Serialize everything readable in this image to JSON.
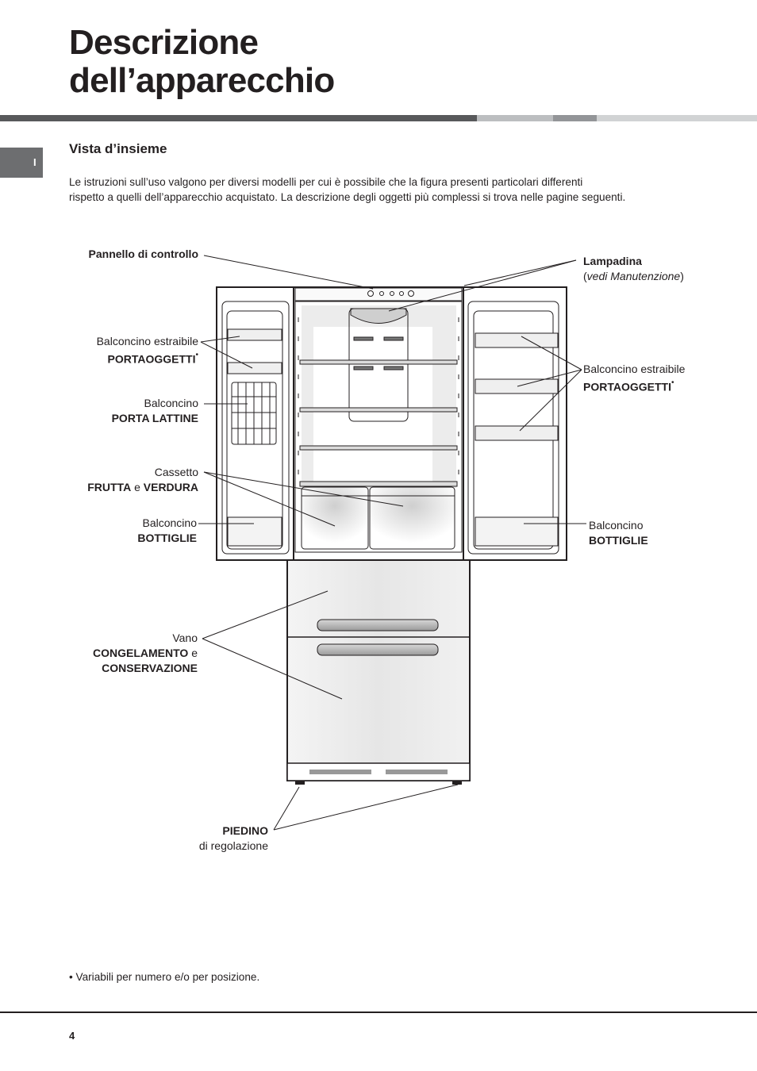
{
  "header": {
    "title_line1": "Descrizione",
    "title_line2": "dell’apparecchio",
    "lang_tab": "I",
    "rule_colors": [
      "#58595b",
      "#bcbec0",
      "#939598",
      "#d1d3d4"
    ]
  },
  "section": {
    "title": "Vista d’insieme",
    "intro_line1": "Le istruzioni sull’uso valgono per diversi modelli per cui è possibile che la figura presenti particolari differenti",
    "intro_line2": "rispetto a quelli dell’apparecchio acquistato. La descrizione degli oggetti più complessi si trova nelle pagine seguenti."
  },
  "labels": {
    "control_panel": "Pannello di controllo",
    "lamp": "Lampadina",
    "lamp_open": "(",
    "lamp_note": "vedi Manutenzione",
    "lamp_close": ")",
    "left_shelf_line1": "Balconcino estraibile",
    "left_shelf_line2": "PORTAOGGETTI",
    "right_shelf_line1": "Balconcino estraibile",
    "right_shelf_line2": "PORTAOGGETTI",
    "bullet": "•",
    "can_rack_line1": "Balconcino",
    "can_rack_line2": "PORTA LATTINE",
    "drawer_line1": "Cassetto",
    "drawer_fruit": "FRUTTA",
    "drawer_and": " e ",
    "drawer_veg": "VERDURA",
    "left_bottle_line1": "Balconcino",
    "left_bottle_line2": "BOTTIGLIE",
    "right_bottle_line1": "Balconcino",
    "right_bottle_line2": "BOTTIGLIE",
    "freezer_line1": "Vano",
    "freezer_congel": "CONGELAMENTO",
    "freezer_e": " e",
    "freezer_line3": "CONSERVAZIONE",
    "foot_line1": "PIEDINO",
    "foot_line2": "di regolazione"
  },
  "footnote": "• Variabili per numero e/o per posizione.",
  "page_number": "4"
}
